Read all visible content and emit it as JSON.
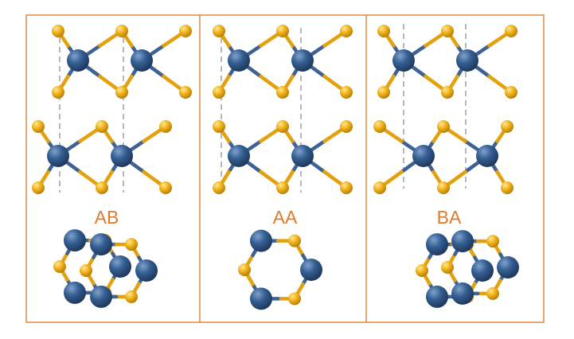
{
  "panels": [
    {
      "label": "AB"
    },
    {
      "label": "AA"
    },
    {
      "label": "BA"
    }
  ],
  "colors": {
    "frame": "#d9782b",
    "label": "#e07a2a",
    "metal_atom": "#2f5b8e",
    "chalcogen_atom": "#f0b21a",
    "guide_line": "#9a9a9a"
  }
}
